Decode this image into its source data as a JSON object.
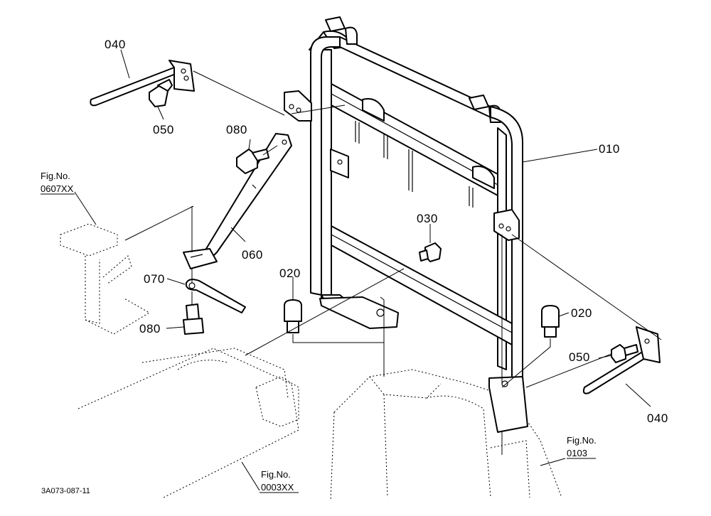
{
  "callouts": {
    "c010": "010",
    "c020a": "020",
    "c020b": "020",
    "c030": "030",
    "c040a": "040",
    "c040b": "040",
    "c050a": "050",
    "c050b": "050",
    "c060": "060",
    "c070": "070",
    "c080a": "080",
    "c080b": "080"
  },
  "figure_refs": {
    "ref1": {
      "line1": "Fig.No.",
      "line2": "0607XX"
    },
    "ref2": {
      "line1": "Fig.No.",
      "line2": "0103"
    },
    "ref3": {
      "line1": "Fig.No.",
      "line2": "0003XX"
    }
  },
  "drawing_code": "3A073-087-11"
}
